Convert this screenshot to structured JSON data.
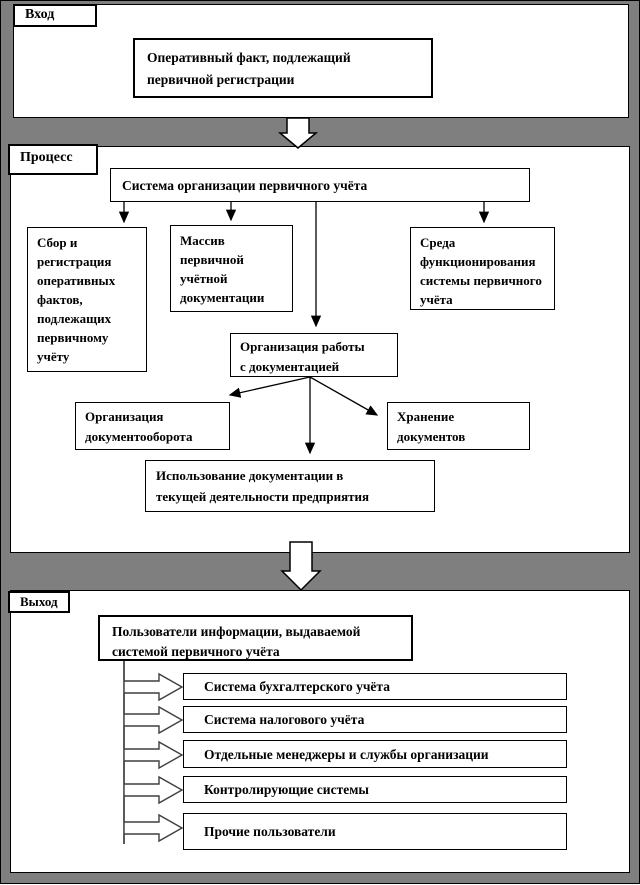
{
  "colors": {
    "background": "#7f7f7f",
    "box_fill": "#ffffff",
    "line": "#000000"
  },
  "input_section": {
    "label": "Вход",
    "fact": "Оперативный факт, подлежащий первичной регистрации"
  },
  "process_section": {
    "label": "Процесс",
    "system": "Система организации первичного учёта",
    "collect": "Сбор и регистрация оперативных фактов, подлежащих первичному учёту",
    "primary_docs": "Массив первичной учётной документации",
    "environment": "Среда функционирования системы первичного учёта",
    "work_organization": "Организация работы с документацией",
    "doc_flow": "Организация документооборота",
    "storage": "Хранение документов",
    "usage": "Использование документации в текущей деятельности предприятия"
  },
  "output_section": {
    "label": "Выход",
    "users_header": "Пользователи информации, выдаваемой системой первичного учёта",
    "users": [
      "Система бухгалтерского учёта",
      "Система налогового учёта",
      "Отдельные менеджеры и службы организации",
      "Контролирующие системы",
      "Прочие пользователи"
    ]
  }
}
